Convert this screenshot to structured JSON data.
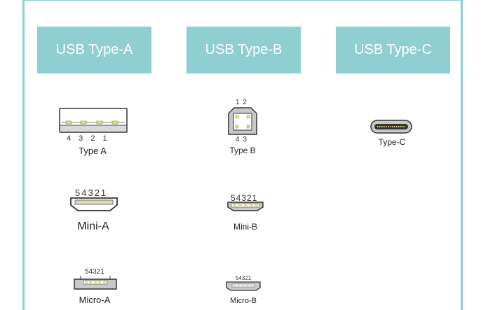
{
  "headers": {
    "type_a": "USB Type-A",
    "type_b": "USB Type-B",
    "type_c": "USB Type-C"
  },
  "connectors": {
    "type_a": {
      "label": "Type A",
      "pins": "4  3  2  1"
    },
    "type_b": {
      "label": "Type B",
      "pins_top": "1 2",
      "pins_bottom": "4 3"
    },
    "type_c": {
      "label": "Type-C"
    },
    "mini_a": {
      "label": "Mini-A",
      "pins": "54321"
    },
    "mini_b": {
      "label": "Mini-B",
      "pins": "54321"
    },
    "micro_a": {
      "label": "Micro-A",
      "pins": "54321"
    },
    "micro_b": {
      "label": "Micro-B",
      "pins": "54321"
    }
  },
  "colors": {
    "header_bg": "#8fcfd2",
    "frame": "#8ccfd4",
    "contact": "#e6e08a",
    "connector_body": "#c9c9c9"
  }
}
